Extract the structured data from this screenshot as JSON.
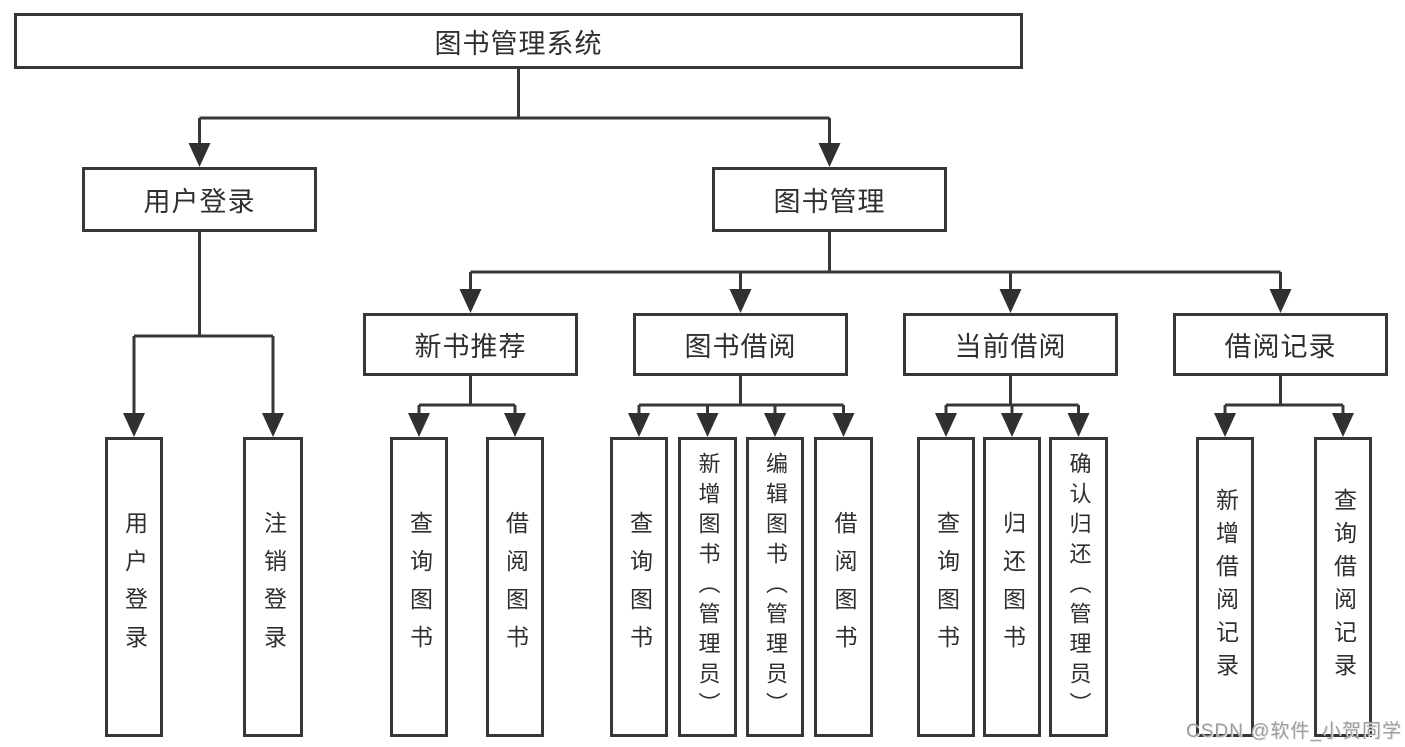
{
  "diagram": {
    "root": {
      "label": "图书管理系统",
      "children": [
        {
          "label": "用户登录",
          "children": [
            {
              "label": "用户登录"
            },
            {
              "label": "注销登录"
            }
          ]
        },
        {
          "label": "图书管理",
          "children": [
            {
              "label": "新书推荐",
              "children": [
                {
                  "label": "查询图书"
                },
                {
                  "label": "借阅图书"
                }
              ]
            },
            {
              "label": "图书借阅",
              "children": [
                {
                  "label": "查询图书"
                },
                {
                  "label": "新增图书（管理员）"
                },
                {
                  "label": "编辑图书（管理员）"
                },
                {
                  "label": "借阅图书"
                }
              ]
            },
            {
              "label": "当前借阅",
              "children": [
                {
                  "label": "查询图书"
                },
                {
                  "label": "归还图书"
                },
                {
                  "label": "确认归还（管理员）"
                }
              ]
            },
            {
              "label": "借阅记录",
              "children": [
                {
                  "label": "新增借阅记录"
                },
                {
                  "label": "查询借阅记录"
                }
              ]
            }
          ]
        }
      ]
    }
  },
  "watermark": {
    "text": "CSDN @软件_小贺同学"
  },
  "colors": {
    "line": "#373737",
    "text": "#2f2f2f",
    "box_background": "#ffffff",
    "page_background": "#ffffff",
    "watermark": "#9e9e9e"
  }
}
